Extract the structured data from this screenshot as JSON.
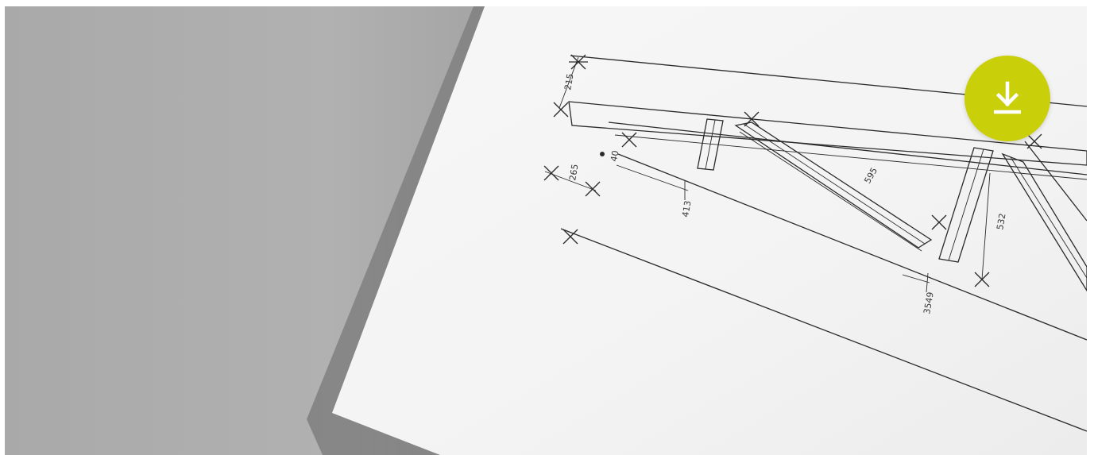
{
  "image": {
    "subject": "blueprint-drawing"
  },
  "dimensions": {
    "d1": "215",
    "d2": "40",
    "d3": "595",
    "d4": "413",
    "d5": "3549",
    "d6": "532",
    "d7": "265"
  },
  "download": {
    "icon": "download-icon",
    "color": "#c9cf08"
  }
}
